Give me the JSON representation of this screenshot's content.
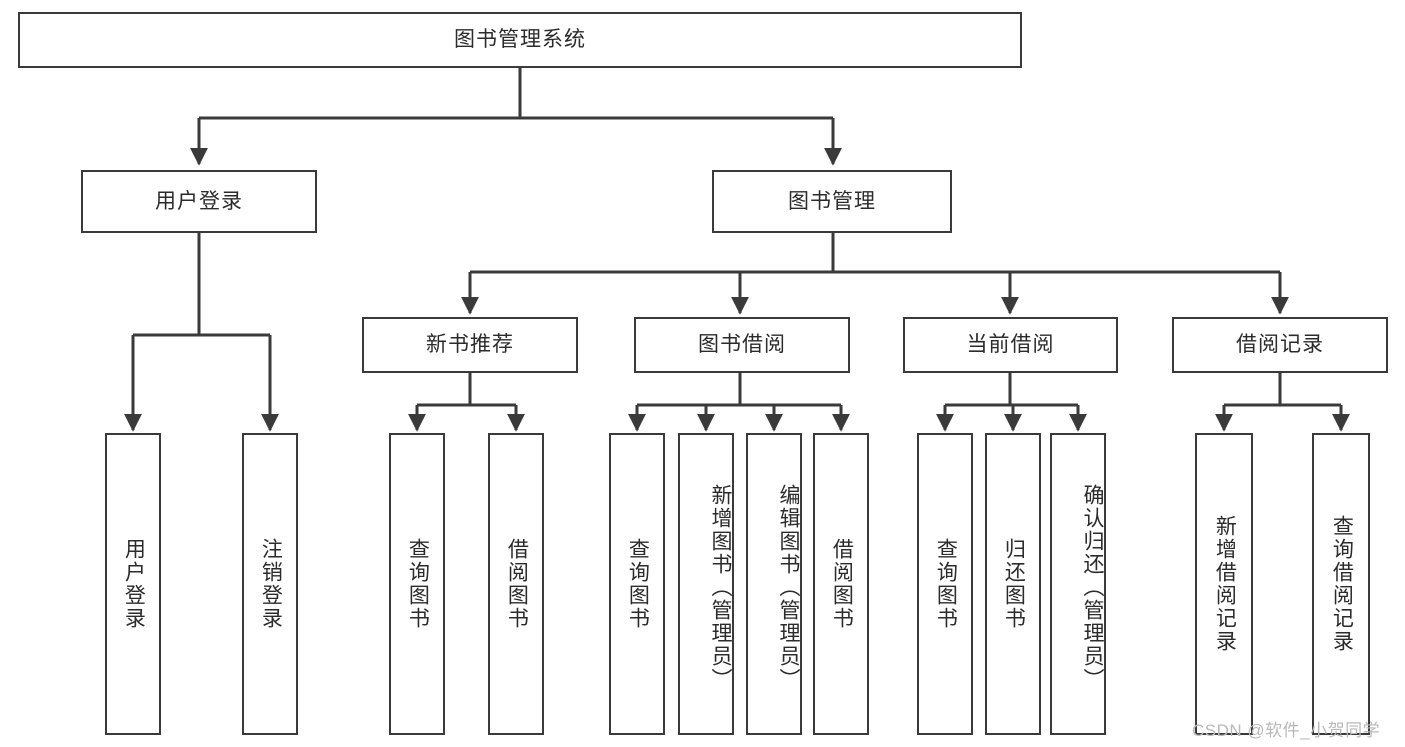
{
  "diagram": {
    "title": "图书管理系统",
    "type": "tree-hierarchy-chart",
    "stroke_color": "#3a3a3a",
    "text_color": "#2b2b2b",
    "background_color": "#ffffff",
    "watermark": "CSDN @软件_小贺同学",
    "watermark_color": "#b9b9b9"
  },
  "nodes": {
    "root": {
      "label": "图书管理系统"
    },
    "level2": [
      {
        "label": "用户登录"
      },
      {
        "label": "图书管理"
      }
    ],
    "level3": [
      {
        "label": "新书推荐"
      },
      {
        "label": "图书借阅"
      },
      {
        "label": "当前借阅"
      },
      {
        "label": "借阅记录"
      }
    ],
    "leaves": {
      "user_login": [
        {
          "label": "用户登录"
        },
        {
          "label": "注销登录"
        }
      ],
      "new_book_recommend": [
        {
          "label": "查询图书"
        },
        {
          "label": "借阅图书"
        }
      ],
      "book_borrow": [
        {
          "label": "查询图书"
        },
        {
          "label": "新增图书（管理员）"
        },
        {
          "label": "编辑图书（管理员）"
        },
        {
          "label": "借阅图书"
        }
      ],
      "current_borrow": [
        {
          "label": "查询图书"
        },
        {
          "label": "归还图书"
        },
        {
          "label": "确认归还（管理员）"
        }
      ],
      "borrow_record": [
        {
          "label": "新增借阅记录"
        },
        {
          "label": "查询借阅记录"
        }
      ]
    }
  }
}
